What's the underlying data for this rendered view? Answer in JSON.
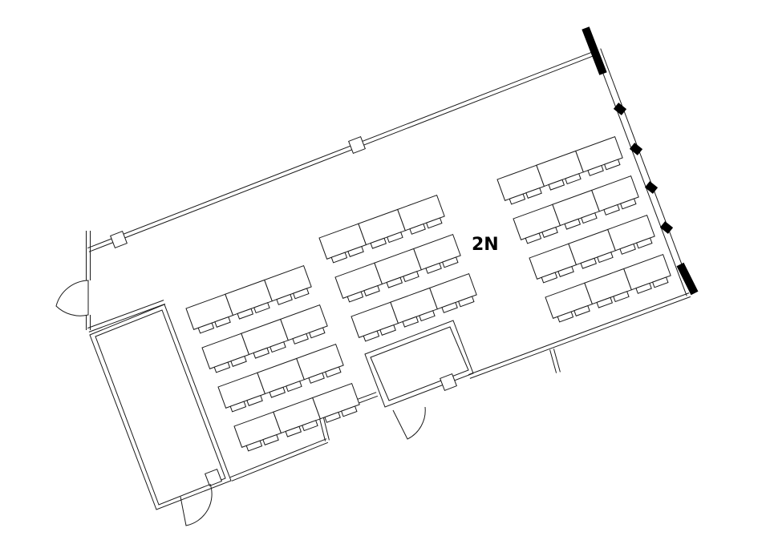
{
  "plan": {
    "room_label": "2N",
    "colors": {
      "line": "#1a1a1a",
      "fill": "#ffffff",
      "solid": "#000000"
    },
    "desk_clusters": [
      {
        "name": "left-cluster",
        "rows": 4
      },
      {
        "name": "center-cluster",
        "rows": 3
      },
      {
        "name": "right-cluster",
        "rows": 4
      }
    ]
  }
}
